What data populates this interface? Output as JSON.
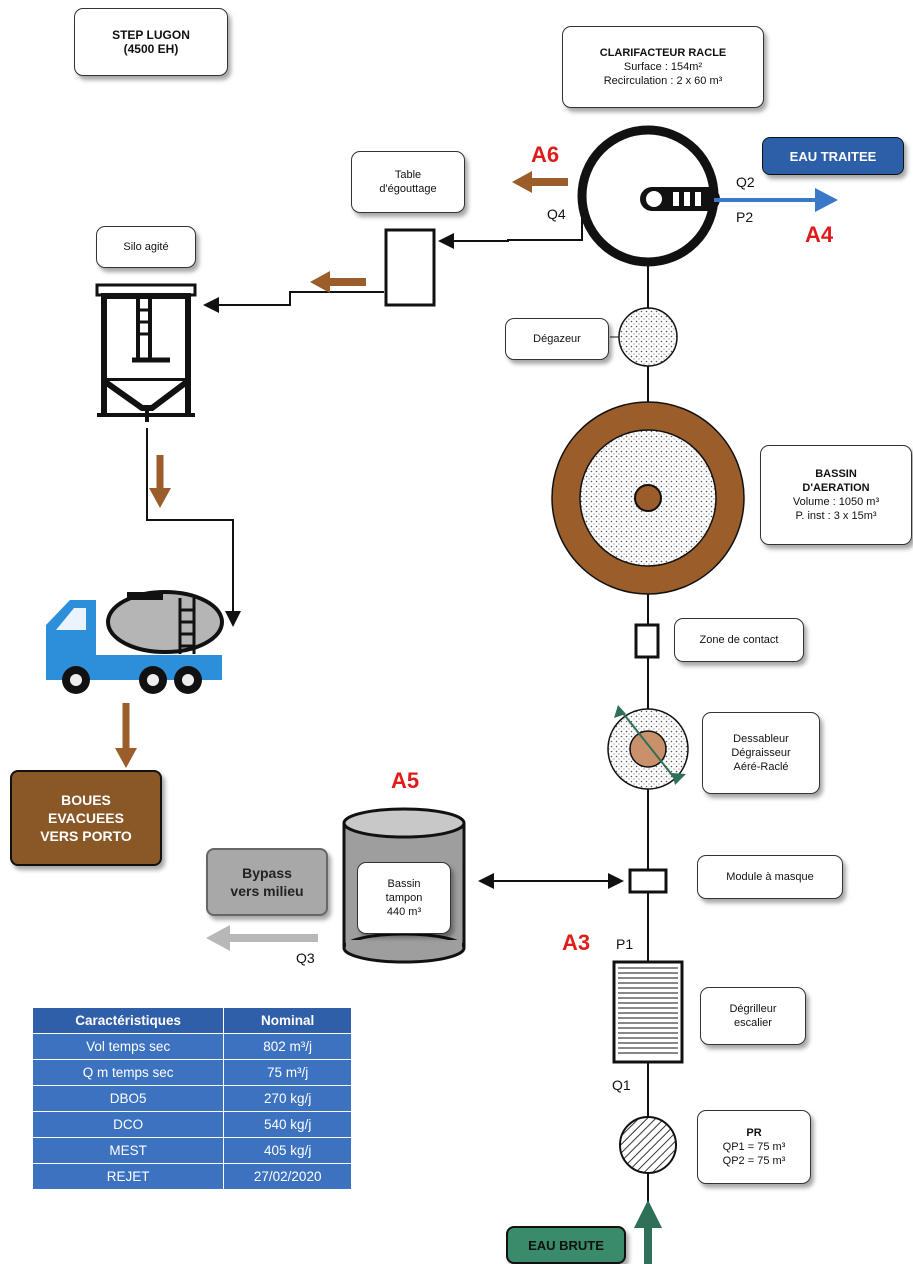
{
  "step_title": {
    "line1": "STEP LUGON",
    "line2": "(4500 EH)"
  },
  "clarificateur": {
    "title": "CLARIFACTEUR RACLE",
    "surface": "Surface : 154m²",
    "recirculation": "Recirculation : 2 x 60 m³"
  },
  "eau_traitee": "EAU TRAITEE",
  "table_egouttage": {
    "line1": "Table",
    "line2": "d'égouttage"
  },
  "silo": "Silo agité",
  "degazeur": "Dégazeur",
  "bassin_aeration": {
    "line1": "BASSIN",
    "line2": "D'AERATION",
    "volume": "Volume : 1050 m³",
    "p_inst": "P. inst : 3 x 15m³"
  },
  "zone_contact": "Zone de contact",
  "dessableur": {
    "line1": "Dessableur",
    "line2": "Dégraisseur",
    "line3": "Aéré-Raclé"
  },
  "module_masque": "Module à masque",
  "bassin_tampon": {
    "line1": "Bassin",
    "line2": "tampon",
    "line3": "440 m³"
  },
  "bypass": {
    "line1": "Bypass",
    "line2": "vers milieu"
  },
  "boues": {
    "line1": "BOUES",
    "line2": "EVACUEES",
    "line3": "VERS PORTO"
  },
  "degrilleur": {
    "line1": "Dégrilleur",
    "line2": "escalier"
  },
  "pr": {
    "title": "PR",
    "qp1": "QP1 = 75 m³",
    "qp2": "QP2 = 75 m³"
  },
  "eau_brute": "EAU BRUTE",
  "labels": {
    "a3": "A3",
    "a4": "A4",
    "a5": "A5",
    "a6": "A6",
    "q1": "Q1",
    "q2": "Q2",
    "q3": "Q3",
    "q4": "Q4",
    "p1": "P1",
    "p2": "P2"
  },
  "table": {
    "headers": [
      "Caractéristiques",
      "Nominal"
    ],
    "rows": [
      [
        "Vol temps sec",
        "802 m³/j"
      ],
      [
        "Q m temps sec",
        "75 m³/j"
      ],
      [
        "DBO5",
        "270 kg/j"
      ],
      [
        "DCO",
        "540 kg/j"
      ],
      [
        "MEST",
        "405 kg/j"
      ],
      [
        "REJET",
        "27/02/2020"
      ]
    ]
  },
  "colors": {
    "brown": "#9b5d2a",
    "blue_arrow": "#3a78c8",
    "green": "#2e7058",
    "gray": "#b0b0b0",
    "table_blue": "#3c72c0",
    "red": "#e01b1b"
  }
}
